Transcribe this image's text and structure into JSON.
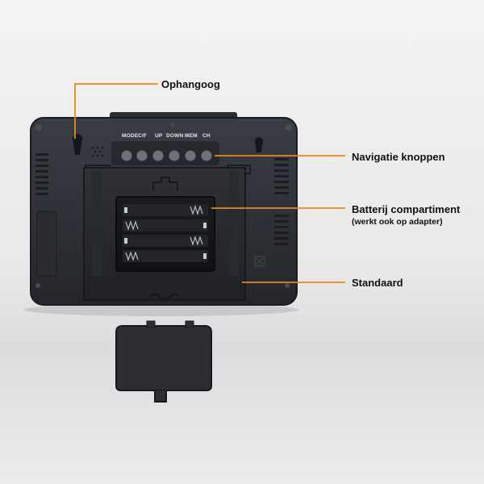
{
  "callouts": {
    "hanging_hook": "Ophangoog",
    "nav_buttons": "Navigatie knoppen",
    "battery": "Batterij compartiment",
    "battery_note": "(werkt ook op adapter)",
    "stand": "Standaard"
  },
  "device_buttons": {
    "labels": [
      "MODE",
      "C/F",
      "UP",
      "DOWN",
      "MEM",
      "CH"
    ]
  },
  "colors": {
    "accent": "#e88a1a",
    "device": "#2e3036"
  }
}
